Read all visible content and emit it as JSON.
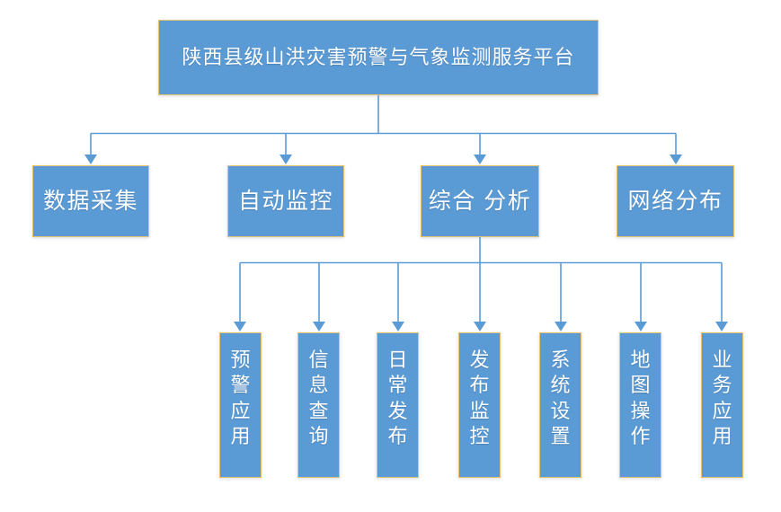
{
  "diagram": {
    "title": "陕西县级山洪灾害预警与气象监测服务平台",
    "type": "organization-tree",
    "colors": {
      "node_fill": "#5B9BD5",
      "node_border": "#E8C372",
      "connector": "#5B9BD5",
      "text": "#FFFFFF",
      "background": "#FFFFFF"
    },
    "root": {
      "label": "陕西县级山洪灾害预警与气象监测服务平台"
    },
    "level2": [
      {
        "label": "数据采集"
      },
      {
        "label": "自动监控"
      },
      {
        "label": "综合 分析"
      },
      {
        "label": "网络分布"
      }
    ],
    "level3": [
      {
        "label": "预警应用"
      },
      {
        "label": "信息查询"
      },
      {
        "label": "日常发布"
      },
      {
        "label": "发布监控"
      },
      {
        "label": "系统设置"
      },
      {
        "label": "地图操作"
      },
      {
        "label": "业务应用"
      }
    ]
  }
}
